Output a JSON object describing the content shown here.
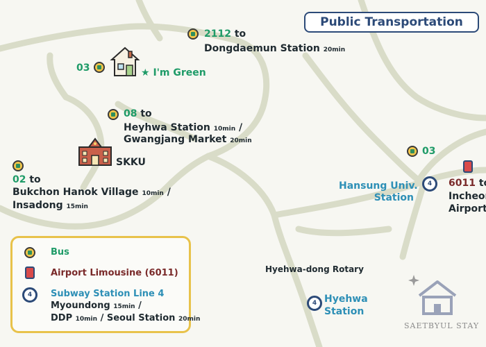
{
  "title": "Public Transportation",
  "bus_2112": {
    "number": "2112",
    "to": " to",
    "destination": "Dongdaemun Station",
    "time": "20min"
  },
  "bus_03_green": {
    "number": "03"
  },
  "im_green": {
    "star": "★",
    "label": "I'm Green"
  },
  "bus_08": {
    "number": "08",
    "to": " to",
    "line1": "Heyhwa Station",
    "time1": "10min",
    "slash": " /",
    "line2": "Gwangjang Market",
    "time2": "20min"
  },
  "skku": {
    "label": "SKKU"
  },
  "bus_02": {
    "number": "02",
    "to": " to",
    "line1": "Bukchon Hanok Village",
    "time1": "10min",
    "slash": " /",
    "line2": "Insadong",
    "time2": "15min"
  },
  "bus_03_east": {
    "number": "03"
  },
  "hansung": {
    "line1": "Hansung Univ.",
    "line2": "Station",
    "line_number": "4"
  },
  "limo_6011": {
    "number": "6011",
    "to": " to",
    "line1": "Incheon",
    "line2": "Airport"
  },
  "rotary": {
    "label": "Hyehwa-dong Rotary"
  },
  "hyehwa": {
    "line1": "Hyehwa",
    "line2": "Station",
    "line_number": "4"
  },
  "legend": {
    "bus": "Bus",
    "airport": "Airport Limousine (6011)",
    "subway": "Subway Station Line 4",
    "subway_number": "4",
    "dest1": "Myoundong",
    "time1": "15min",
    "slash": " /",
    "dest2": "DDP",
    "time2": "10min",
    "dest3": " / Seoul Station",
    "time3": "20min"
  },
  "brand": {
    "name": "SAETBYUL STAY"
  },
  "colors": {
    "green": "#1f9b68",
    "blue": "#2d8fb6",
    "navy": "#2c4a78",
    "legend_border": "#e8c24a",
    "maroon": "#7a2a2a"
  },
  "icons": {
    "bus": "bus-icon",
    "airport": "airport-limousine-icon",
    "subway": "subway-line-4-icon",
    "house": "house-icon",
    "university": "university-building-icon",
    "logo": "house-logo-icon"
  }
}
